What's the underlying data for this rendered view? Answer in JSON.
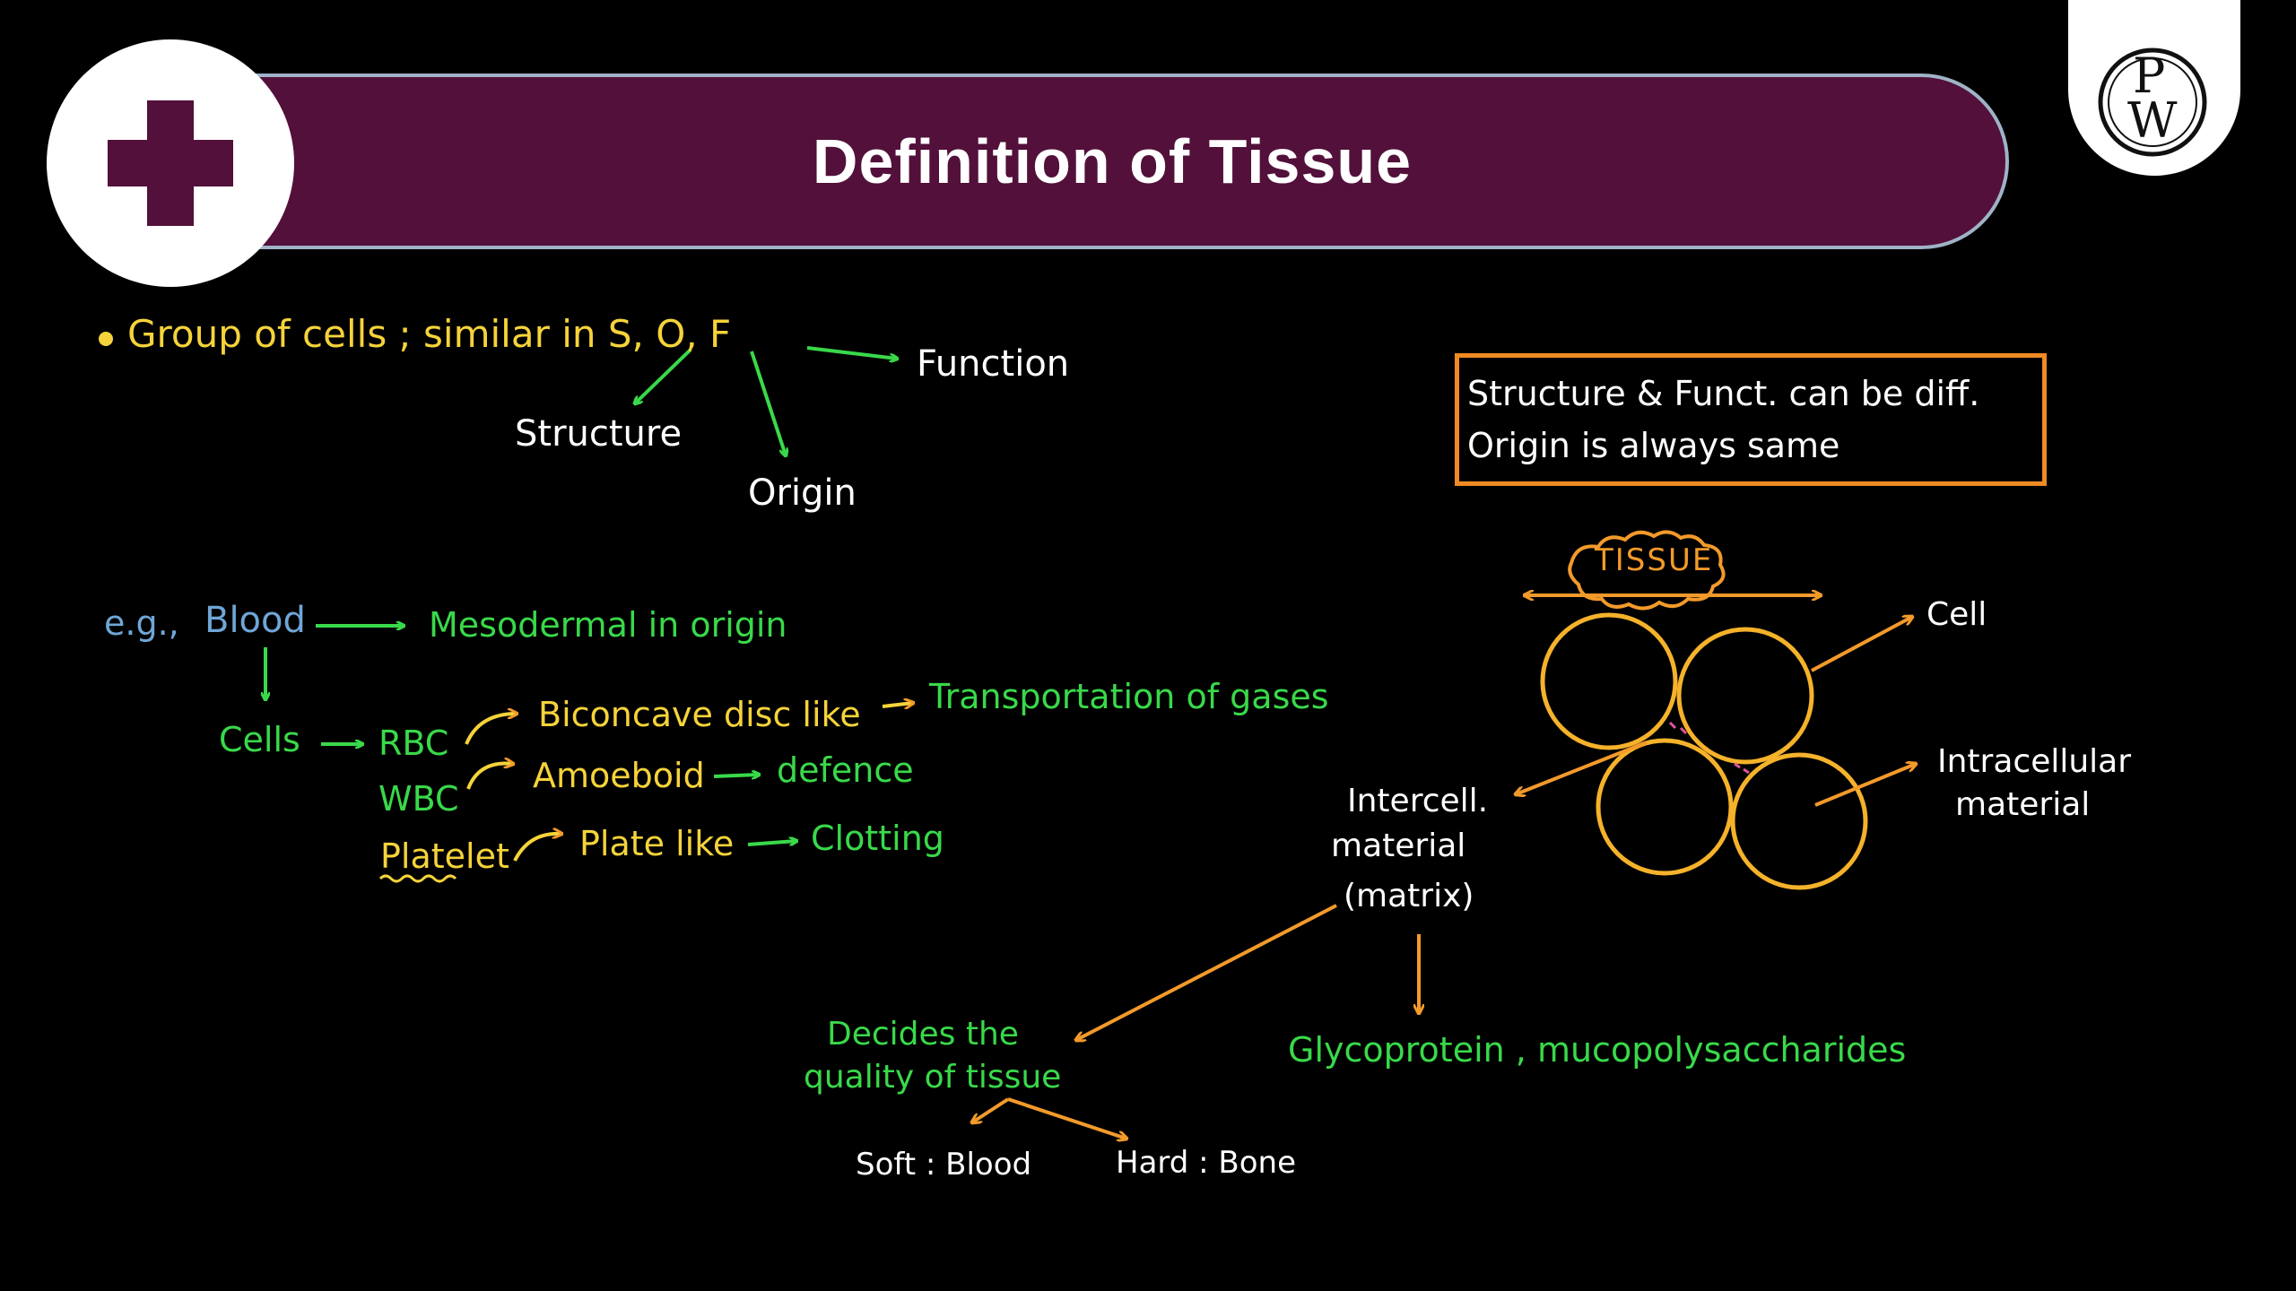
{
  "header": {
    "title": "Definition of Tissue",
    "logo_icon": "medical-cross-icon",
    "brand_icon": "pw-logo-icon",
    "brand_letters": {
      "top": "P",
      "bottom": "W"
    }
  },
  "colors": {
    "banner": "#52103a",
    "yellow": "#f5d33a",
    "green": "#39d94a",
    "orange": "#f39a2a",
    "blue": "#6fa6d6",
    "cell_circle": "#f5b22a"
  },
  "definition": {
    "line": "Group of cells ; similar in S, O, F",
    "function_label": "Function",
    "structure_label": "Structure",
    "origin_label": "Origin"
  },
  "note": {
    "line1": "Structure & Funct. can be diff.",
    "line2": "Origin is always same"
  },
  "example": {
    "prefix": "e.g.,",
    "subject": "Blood",
    "origin_text": "Mesodermal in origin",
    "cells_label": "Cells",
    "rows": [
      {
        "cell": "RBC",
        "shape": "Biconcave disc like",
        "role": "Transportation of gases"
      },
      {
        "cell": "WBC",
        "shape": "Amoeboid",
        "role": "defence"
      },
      {
        "cell": "Platelet",
        "shape": "Plate like",
        "role": "Clotting"
      }
    ]
  },
  "diagram": {
    "tissue_label": "TISSUE",
    "cell_label": "Cell",
    "intracellular_line1": "Intracellular",
    "intracellular_line2": "material",
    "intercell_line1": "Intercell.",
    "intercell_line2": "material",
    "intercell_line3": "(matrix)",
    "composition": "Glycoprotein , mucopolysaccharides",
    "quality_line1": "Decides the",
    "quality_line2": "quality of tissue",
    "soft": "Soft : Blood",
    "hard": "Hard : Bone"
  }
}
